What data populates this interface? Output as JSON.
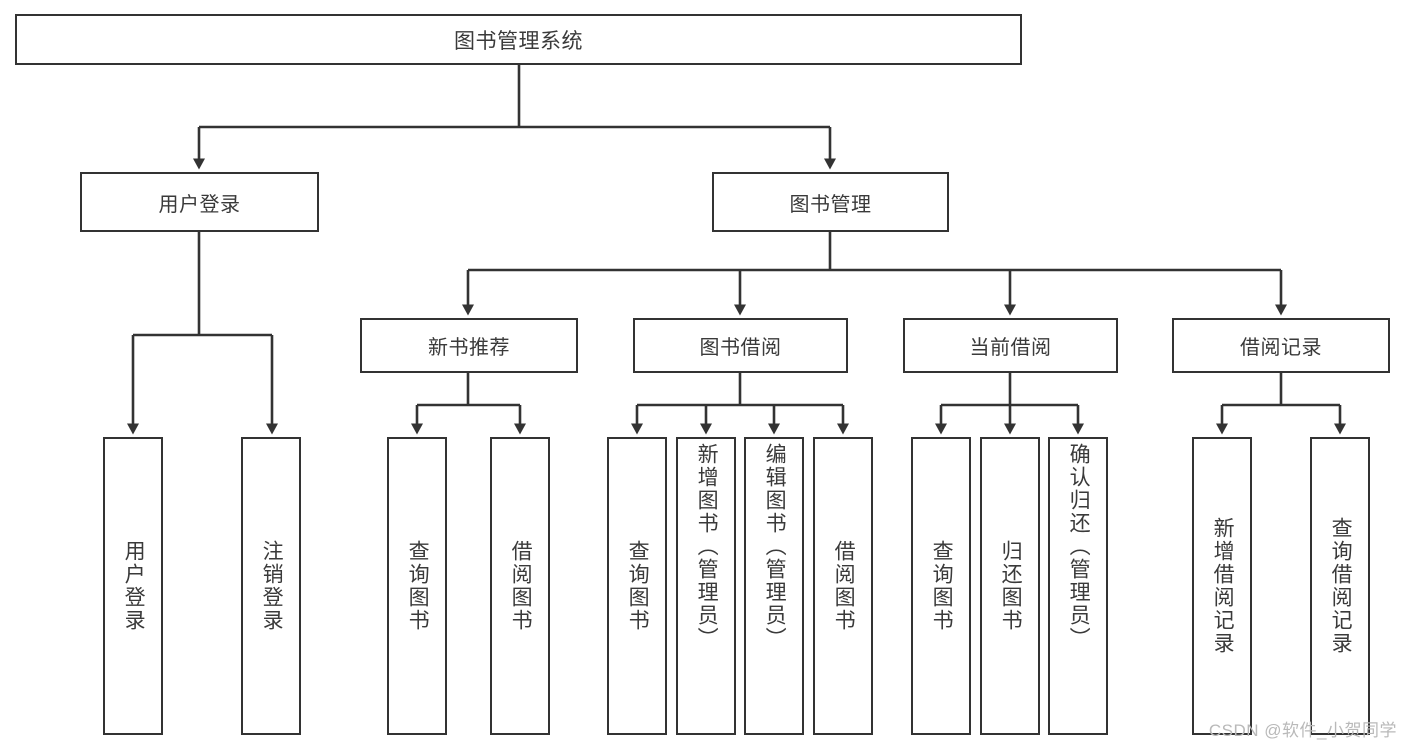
{
  "diagram": {
    "title": "图书管理系统",
    "root": {
      "label": "图书管理系统"
    },
    "level1": [
      {
        "label": "用户登录"
      },
      {
        "label": "图书管理"
      }
    ],
    "level2": [
      {
        "label": "新书推荐"
      },
      {
        "label": "图书借阅"
      },
      {
        "label": "当前借阅"
      },
      {
        "label": "借阅记录"
      }
    ],
    "leaves": [
      {
        "label": "用户登录"
      },
      {
        "label": "注销登录"
      },
      {
        "label": "查询图书"
      },
      {
        "label": "借阅图书"
      },
      {
        "label": "查询图书"
      },
      {
        "label": "新增图书（管理员）"
      },
      {
        "label": "编辑图书（管理员）"
      },
      {
        "label": "借阅图书"
      },
      {
        "label": "查询图书"
      },
      {
        "label": "归还图书"
      },
      {
        "label": "确认归还（管理员）"
      },
      {
        "label": "新增借阅记录"
      },
      {
        "label": "查询借阅记录"
      }
    ]
  },
  "watermark": {
    "text": "CSDN @软件_小贺同学"
  },
  "colors": {
    "border": "#333333",
    "text": "#3a3a3a",
    "background": "#ffffff",
    "watermark": "#b9b9b9"
  }
}
